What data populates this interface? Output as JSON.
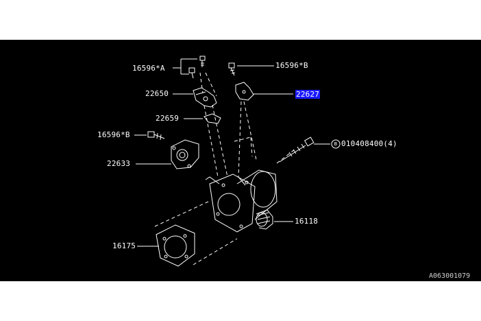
{
  "diagram": {
    "background_color": "#000000",
    "line_color": "#ffffff",
    "highlight_color": "#1a1aff",
    "labels": [
      {
        "id": "a-top",
        "text": "16596*A"
      },
      {
        "id": "b-top",
        "text": "16596*B"
      },
      {
        "id": "p22650",
        "text": "22650"
      },
      {
        "id": "p22627",
        "text": "22627",
        "highlighted": true
      },
      {
        "id": "p22659",
        "text": "22659"
      },
      {
        "id": "b-left",
        "text": "16596*B"
      },
      {
        "id": "bolt",
        "text": "010408400(4)",
        "circle_letter": "B"
      },
      {
        "id": "p22633",
        "text": "22633"
      },
      {
        "id": "p16118",
        "text": "16118"
      },
      {
        "id": "p16175",
        "text": "16175"
      }
    ],
    "reference_code": "A063001079"
  }
}
